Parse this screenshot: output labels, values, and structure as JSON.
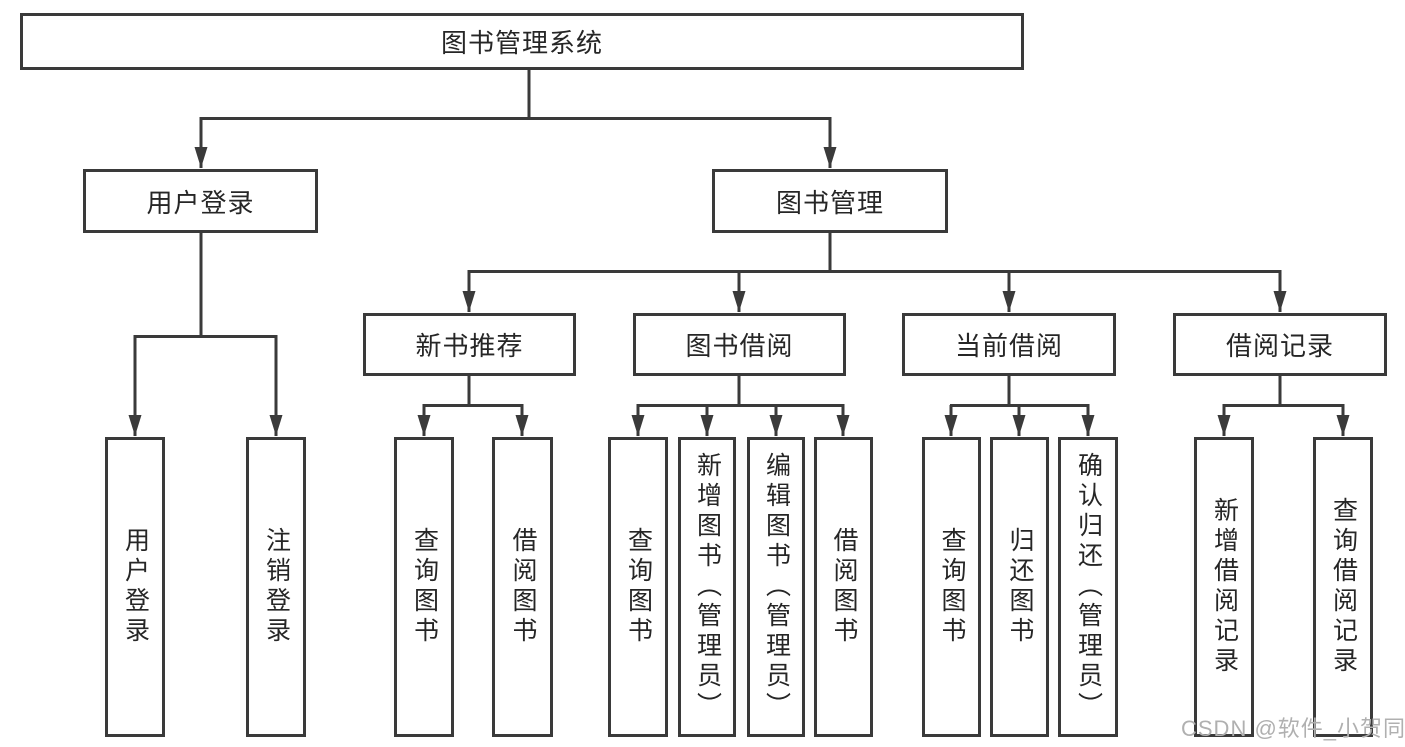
{
  "title": "图书管理系统",
  "branches": [
    {
      "label": "用户登录",
      "children": [
        "用户登录",
        "注销登录"
      ]
    },
    {
      "label": "图书管理",
      "groups": [
        {
          "label": "新书推荐",
          "children": [
            "查询图书",
            "借阅图书"
          ]
        },
        {
          "label": "图书借阅",
          "children": [
            "查询图书",
            "新增图书（管理员）",
            "编辑图书（管理员）",
            "借阅图书"
          ]
        },
        {
          "label": "当前借阅",
          "children": [
            "查询图书",
            "归还图书",
            "确认归还（管理员）"
          ]
        },
        {
          "label": "借阅记录",
          "children": [
            "新增借阅记录",
            "查询借阅记录"
          ]
        }
      ]
    }
  ],
  "watermark": "CSDN @软件_小贺同学",
  "colors": {
    "line": "#3a3a3a",
    "text": "#262626",
    "watermark": "#b0b0b0"
  }
}
